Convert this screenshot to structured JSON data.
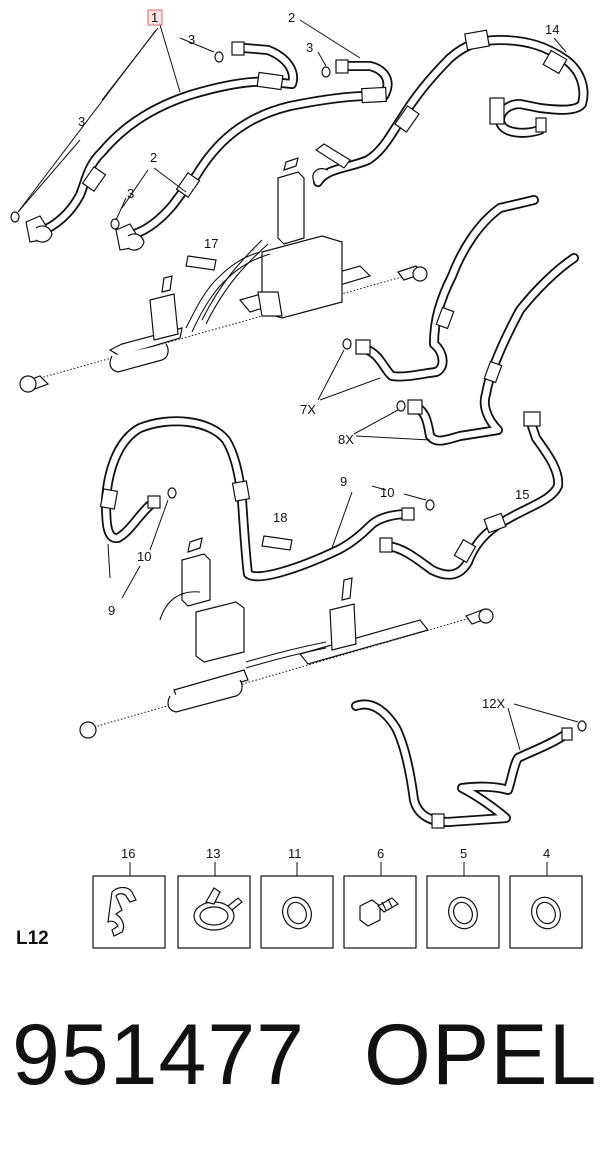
{
  "callouts": {
    "c1": "1",
    "c2a": "2",
    "c2b": "2",
    "c3a": "3",
    "c3b": "3",
    "c3c": "3",
    "c3d": "3",
    "c14": "14",
    "c17": "17",
    "c7x": "7X",
    "c8x": "8X",
    "c9a": "9",
    "c9b": "9",
    "c10a": "10",
    "c10b": "10",
    "c15": "15",
    "c18": "18",
    "c12x": "12X"
  },
  "parts_boxes": [
    {
      "label": "16"
    },
    {
      "label": "13"
    },
    {
      "label": "11"
    },
    {
      "label": "6"
    },
    {
      "label": "5"
    },
    {
      "label": "4"
    }
  ],
  "section_code": "L12",
  "part_number": "951477",
  "brand": "OPEL"
}
